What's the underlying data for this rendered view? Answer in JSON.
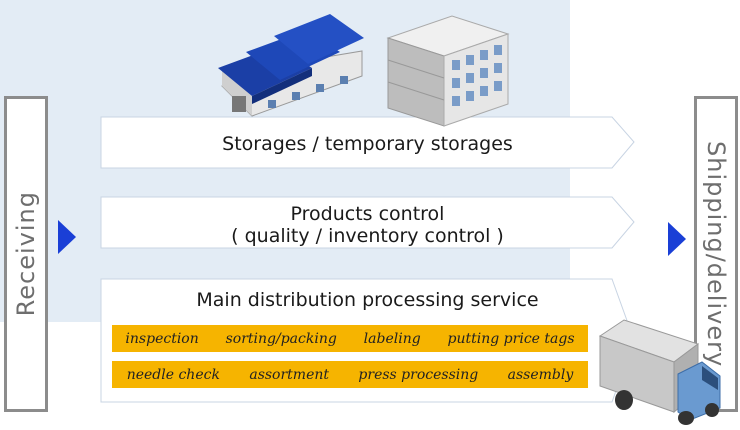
{
  "side": {
    "receiving": "Receiving",
    "shipping": "Shipping/delivery"
  },
  "boxes": {
    "storages": "Storages / temporary storages",
    "products_line1": "Products control",
    "products_line2": "( quality / inventory control )",
    "main": "Main distribution processing service"
  },
  "tags_row1": [
    "inspection",
    "sorting/packing",
    "labeling",
    "putting price tags"
  ],
  "tags_row2": [
    "needle check",
    "assortment",
    "press processing",
    "assembly"
  ],
  "colors": {
    "accent_arrow": "#1a3fd6",
    "tag_bg": "#f6b400",
    "panel_bg": "#e3ecf5"
  },
  "icons": [
    "warehouse-icon",
    "office-building-icon",
    "truck-icon"
  ]
}
